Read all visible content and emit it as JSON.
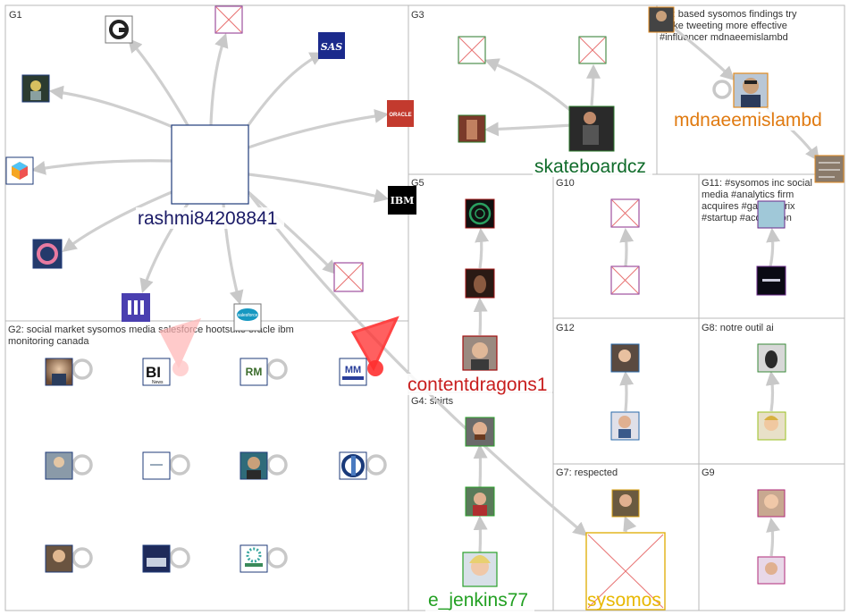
{
  "groups": [
    {
      "id": "G1",
      "label": "G1"
    },
    {
      "id": "G2",
      "label": "G2: social market sysomos media salesforce hootsuite oracle ibm monitoring canada"
    },
    {
      "id": "G3",
      "label": "G3"
    },
    {
      "id": "G4",
      "label": "G4: shirts"
    },
    {
      "id": "G5",
      "label": "G5"
    },
    {
      "id": "G6",
      "label": "G6: based sysomos findings try make tweeting more effective #influencer mdnaeemislambd"
    },
    {
      "id": "G7",
      "label": "G7: respected"
    },
    {
      "id": "G8",
      "label": "G8: notre outil ai"
    },
    {
      "id": "G9",
      "label": "G9"
    },
    {
      "id": "G10",
      "label": "G10"
    },
    {
      "id": "G11",
      "label": "G11: #sysomos inc social media #analytics firm acquires #gazemetrix #startup #acquisition"
    },
    {
      "id": "G12",
      "label": "G12"
    }
  ],
  "labels": {
    "rashmi": "rashmi84208841",
    "skateboardcz": "skateboardcz",
    "mdnaeemislambd": "mdnaeemislambd",
    "contentdragons1": "contentdragons1",
    "e_jenkins77": "e_jenkins77",
    "sysomos": "sysomos"
  },
  "logos": {
    "bi": "BI",
    "bi_sub": "News",
    "rm": "RM",
    "mm": "MM",
    "sas": "SAS",
    "ibm": "IBM",
    "oracle": "ORACLE",
    "salesforce": "salesforce"
  },
  "colors": {
    "rashmi_label": "#1a1a66",
    "skateboardcz_label": "#0f6b2a",
    "mdnaeemislambd_label": "#e07a10",
    "contentdragons1_label": "#c81e1e",
    "e_jenkins77_label": "#22a022",
    "sysomos_label": "#e8b800"
  }
}
